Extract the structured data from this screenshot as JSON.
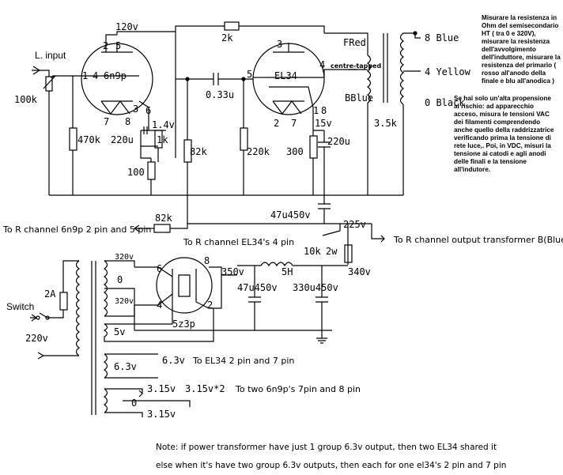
{
  "title": "",
  "labels": {
    "v120": "120v",
    "r2k": "2k",
    "l_input": "L. input",
    "pot_100k": "100k",
    "tube1": "6n9p",
    "t1_pin2": "2",
    "t1_pin5": "5",
    "t1_pin1": "1",
    "t1_pin4": "4",
    "t1_pin3": "3",
    "t1_pin6": "6",
    "t1_pin7": "7",
    "t1_pin8": "8",
    "v1_4": "1.4v",
    "c220u_a": "220u",
    "r1k": "1k",
    "r100": "100",
    "r470k": "470k",
    "r82k_a": "82k",
    "c033u": "0.33u",
    "tube2": "EL34",
    "t2_pin3": "3",
    "t2_pin4": "4",
    "t2_pin5": "5",
    "t2_pin1": "1",
    "t2_pin8": "8",
    "t2_pin2": "2",
    "t2_pin7": "7",
    "v15": "15v",
    "r220k": "220k",
    "r300": "300",
    "c220u_b": "220u",
    "fred": "FRed",
    "centre_tapped": "centre-tapped",
    "bblue": "BBlue",
    "r3_5k": "3.5k",
    "out8": "8 Blue",
    "out4": "4 Yellow",
    "out0": "0 Black",
    "c47u450_a": "47u450v",
    "v225": "225v",
    "r82k_b": "82k",
    "to_r_6n9p": "To R channel 6n9p 2 pin and 5 pin",
    "to_r_el34": "To R channel EL34's 4 pin",
    "to_r_out": "To R channel output transformer B(Blue)",
    "r10k": "10k",
    "r2w": "2w",
    "l5h": "5H",
    "v340": "340v",
    "v350": "350v",
    "c47u450_b": "47u450v",
    "c330u450": "330u450v",
    "v320a": "320v",
    "v0": "0",
    "v320b": "320v",
    "rect_pin6": "6",
    "rect_pin8": "8",
    "rect_pin4": "4",
    "rect_pin2": "2",
    "rect": "5z3p",
    "v5": "5v",
    "fuse": "2A",
    "switch": "Switch",
    "mains": "220v",
    "v6_3": "6.3v",
    "v6_3b": "6.3v",
    "to_el34_heat": "To EL34 2 pin and 7 pin",
    "v3_15a": "3.15v",
    "v3_15x2": "3.15v*2",
    "to_6n9p_heat": "To two 6n9p's 7pin and 8 pin",
    "v0b": "0",
    "v3_15b": "3.15v"
  },
  "notes": {
    "n1": "Misurare la resistenza in Ohm del semisecondario HT ( tra 0 e 320V), misurare la resistenza dell'avvolgimento dell'induttore, misurare la resistenza del primario ( rosso all'anodo della finale e blu all'anodica )",
    "n2": "Se hai solo un'alta propensione al rischio: ad apparecchio acceso, misura le tensioni VAC dei filamenti comprendendo anche quello della raddrizzatrice verificando prima la tensione di rete luce,. Poi, in VDC, misuri la tensione ai catodi e agli anodi delle finali e la tensione all'indutore."
  },
  "footer": {
    "line1": "Note: if power transformer have just 1 group 6.3v output, then two EL34 shared it",
    "line2": "else when it's have two group 6.3v outputs, then each for one el34's 2 pin and 7 pin"
  }
}
